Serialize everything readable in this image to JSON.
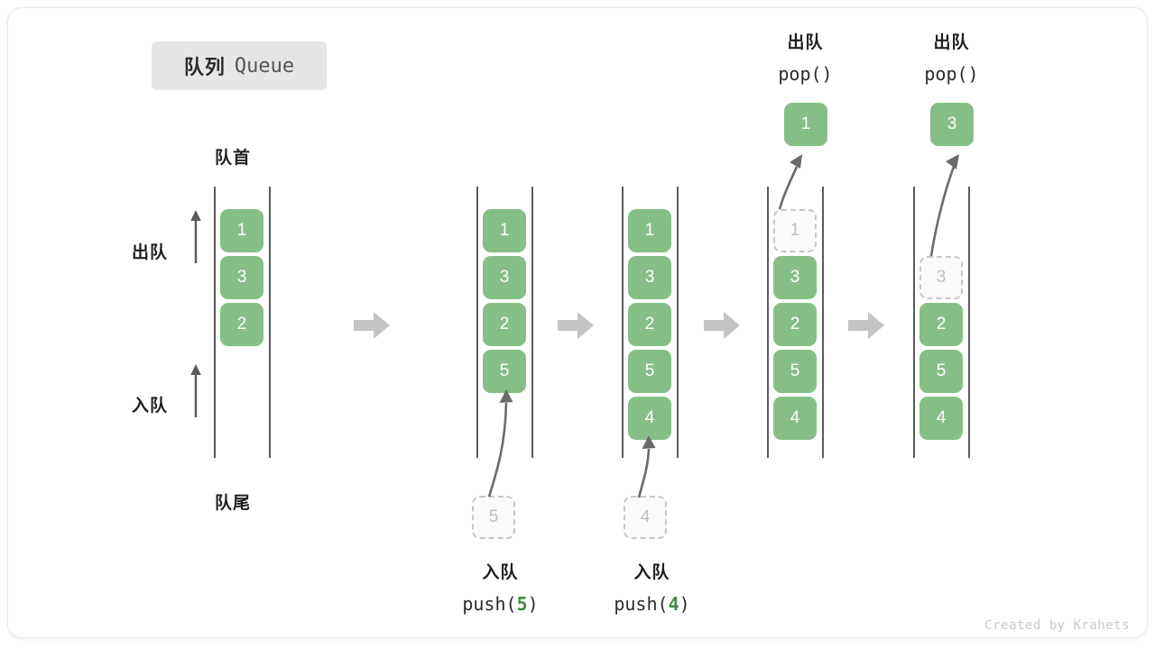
{
  "title": {
    "cn": "队列",
    "en": "Queue"
  },
  "labels": {
    "front": "队首",
    "rear": "队尾",
    "dequeue": "出队",
    "enqueue": "入队"
  },
  "colors": {
    "element": "#86bf86",
    "element_text": "#ffffff",
    "ghost_fill": "#fafafa",
    "ghost_border": "#c6c6c6",
    "ghost_text": "#bdbdbd",
    "rail": "#5a5a5a",
    "step_arrow": "#c4c4c4",
    "curve_arrow": "#6b6b6b",
    "accent_number": "#3d8b42",
    "title_pill_bg": "#e6e6e6"
  },
  "stages": [
    {
      "id": "initial",
      "caption_cn": "",
      "caption_code": "",
      "items": [
        "1",
        "3",
        "2"
      ],
      "ghost_index": -1,
      "incoming": null,
      "outgoing": null
    },
    {
      "id": "push-5",
      "caption_cn": "入队",
      "caption_code": "push(5)",
      "caption_code_prefix": "push(",
      "caption_code_value": "5",
      "caption_code_suffix": ")",
      "items": [
        "1",
        "3",
        "2",
        "5"
      ],
      "ghost_index": -1,
      "incoming": "5",
      "outgoing": null
    },
    {
      "id": "push-4",
      "caption_cn": "入队",
      "caption_code": "push(4)",
      "caption_code_prefix": "push(",
      "caption_code_value": "4",
      "caption_code_suffix": ")",
      "items": [
        "1",
        "3",
        "2",
        "5",
        "4"
      ],
      "ghost_index": -1,
      "incoming": "4",
      "outgoing": null
    },
    {
      "id": "pop-1",
      "caption_cn": "出队",
      "caption_code": "pop()",
      "items": [
        "1",
        "3",
        "2",
        "5",
        "4"
      ],
      "ghost_index": 0,
      "incoming": null,
      "outgoing": "1"
    },
    {
      "id": "pop-3",
      "caption_cn": "出队",
      "caption_code": "pop()",
      "items": [
        "",
        "3",
        "2",
        "5",
        "4"
      ],
      "ghost_index": 1,
      "incoming": null,
      "outgoing": "3"
    }
  ],
  "step_arrows": 4,
  "watermark": "Created by Krahets"
}
